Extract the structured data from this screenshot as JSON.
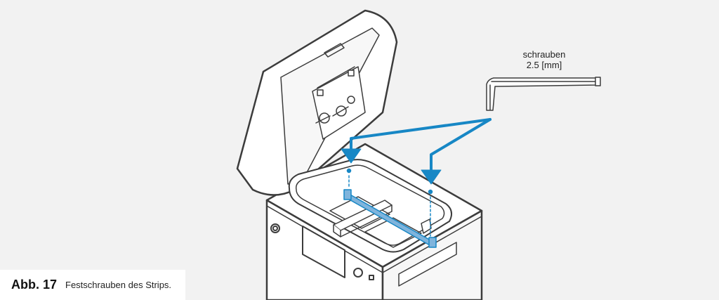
{
  "tool_label": {
    "line1": "schrauben",
    "line2": "2.5 [mm]"
  },
  "caption": {
    "number": "Abb. 17",
    "text": "Festschrauben des Strips."
  },
  "colors": {
    "background": "#f2f2f2",
    "outline": "#3c3c3c",
    "accent_blue": "#1787c5",
    "highlight_blue": "#7fb4dc",
    "caption_background": "#ffffff"
  }
}
